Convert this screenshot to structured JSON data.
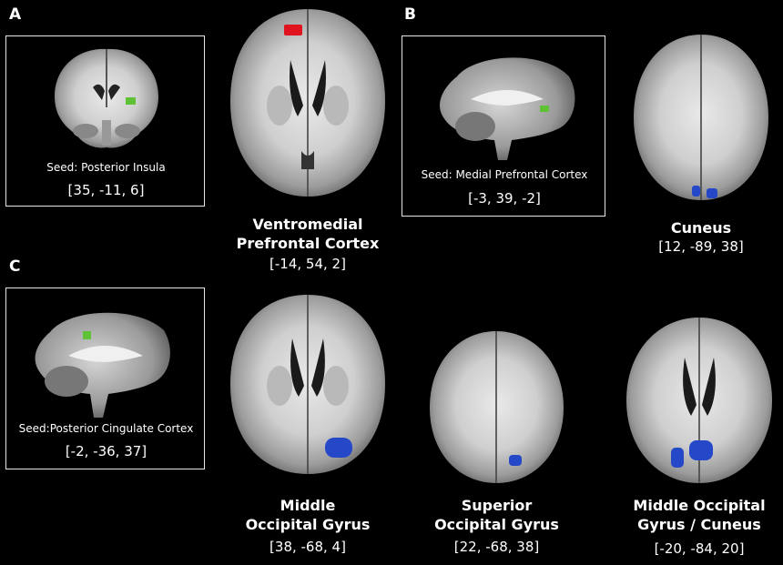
{
  "panels": {
    "A": {
      "letter": "A",
      "seed_label": "Seed: Posterior Insula",
      "seed_coord": "[35, -11, 6]",
      "result_region_line1": "Ventromedial",
      "result_region_line2": "Prefrontal Cortex",
      "result_coord": "[-14, 54, 2]"
    },
    "B": {
      "letter": "B",
      "seed_label": "Seed: Medial Prefrontal Cortex",
      "seed_coord": "[-3, 39, -2]",
      "result_region_line1": "Cuneus",
      "result_coord": "[12, -89, 38]"
    },
    "C": {
      "letter": "C",
      "seed_label": "Seed:Posterior Cingulate Cortex",
      "seed_coord": "[-2, -36, 37]",
      "results": [
        {
          "line1": "Middle",
          "line2": "Occipital Gyrus",
          "coord": "[38, -68, 4]"
        },
        {
          "line1": "Superior",
          "line2": "Occipital Gyrus",
          "coord": "[22, -68, 38]"
        },
        {
          "line1": "Middle Occipital",
          "line2": "Gyrus / Cuneus",
          "coord": "[-20, -84, 20]"
        }
      ]
    }
  },
  "colors": {
    "seed_green": "#5fc136",
    "activation_red": "#e0141e",
    "activation_blue": "#2548c8",
    "frame": "#e6e6e6"
  }
}
